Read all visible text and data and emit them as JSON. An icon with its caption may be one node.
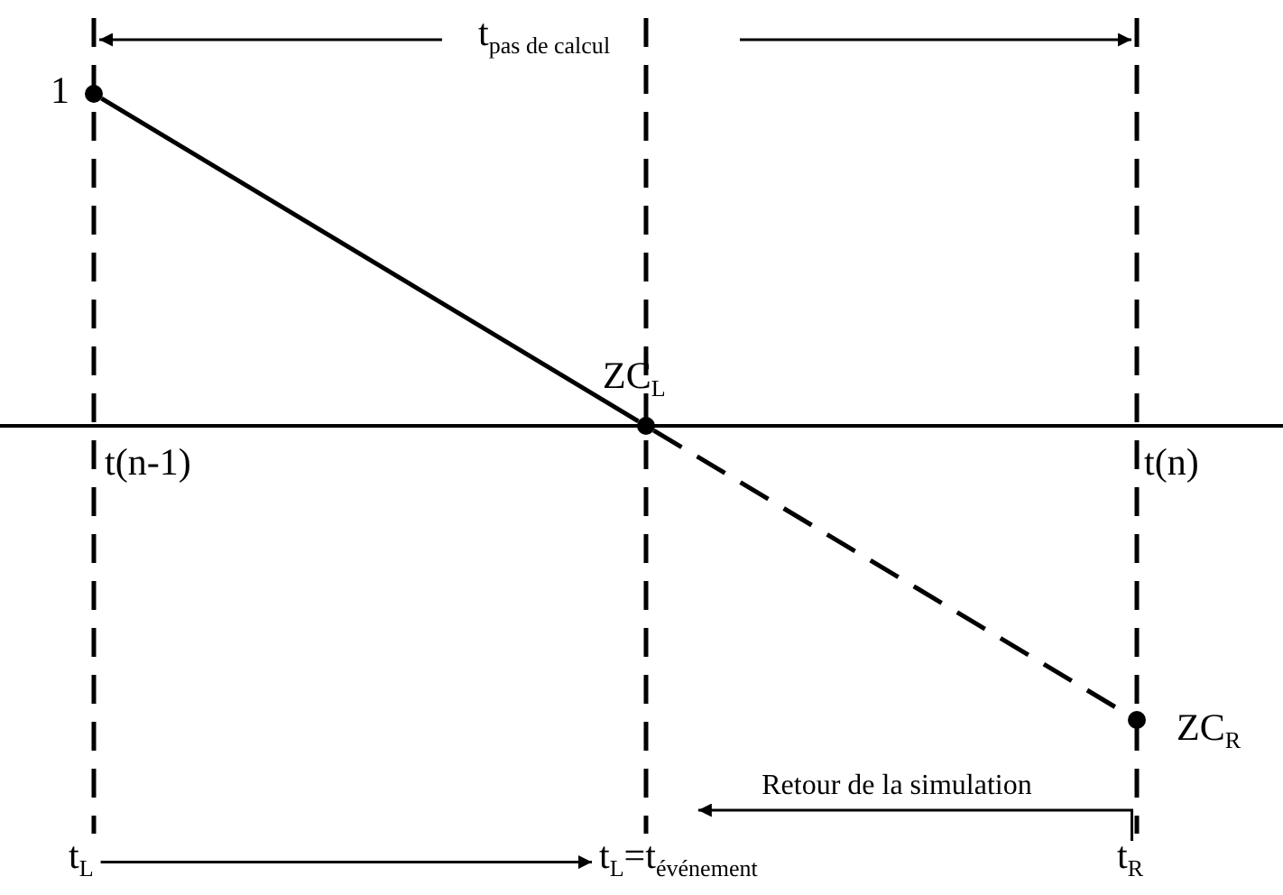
{
  "diagram": {
    "nodes": [
      {
        "text": [],
        "shape": "circle",
        "beside": [
          "1"
        ]
      },
      {
        "text": [],
        "shape": "circle",
        "beside": [
          "ZC$_{L}$"
        ]
      },
      {
        "text": [],
        "shape": "circle",
        "beside": [
          "ZC$_{R}$"
        ]
      },
      {
        "text": [
          "t$_{L}$"
        ]
      },
      {
        "text": [
          "t$_{L}$=t$_{événement}$"
        ]
      },
      {
        "text": [
          "t$_{R}$"
        ]
      }
    ],
    "edges": [
      {
        "from": 0,
        "to": 1,
        "arrow": "none"
      },
      {
        "from": 1,
        "to": 2,
        "arrow": "none",
        "style": "dashed"
      },
      {
        "from": 3,
        "to": 4,
        "arrow": "to"
      },
      {
        "from": 5,
        "to": 4,
        "arrow": "to",
        "label": "Retour de la simulation"
      }
    ],
    "labels": [
      "t$_{pas de calcul}$",
      "t(n-1)",
      "t(n)"
    ]
  }
}
